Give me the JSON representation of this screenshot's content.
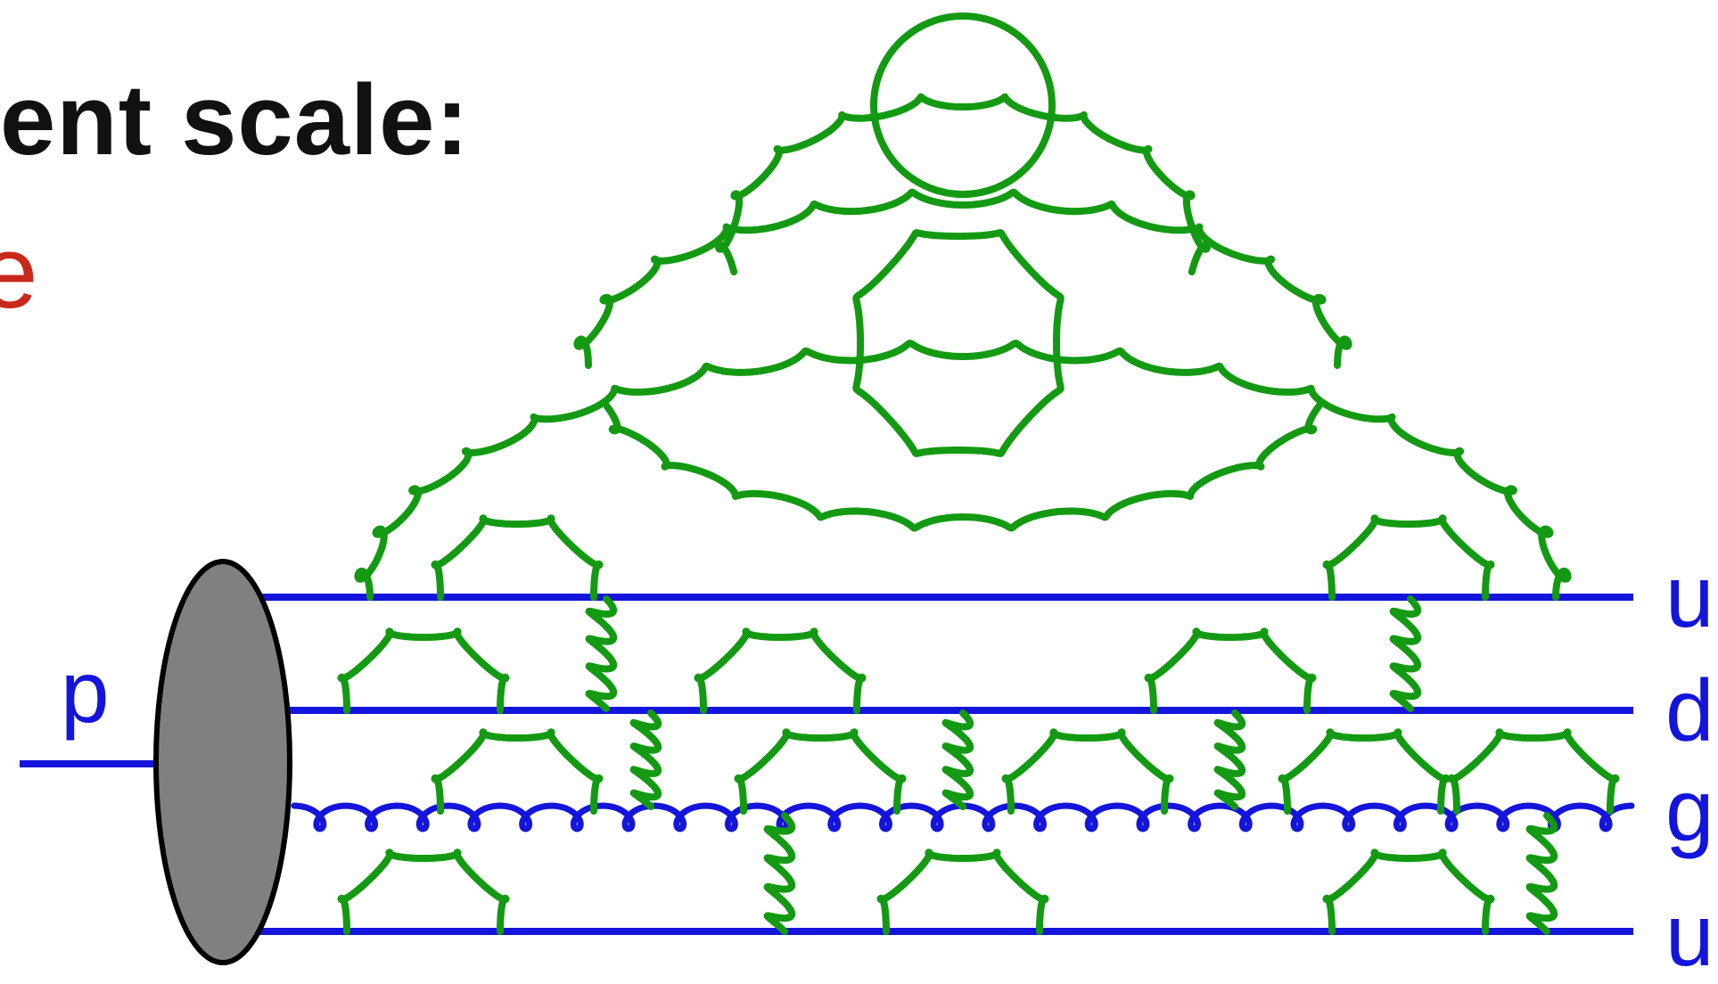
{
  "heading": {
    "text": "ent scale:"
  },
  "subword": {
    "text": "e"
  },
  "proton_label": "p",
  "parton_labels": [
    "u",
    "d",
    "g",
    "u"
  ],
  "colors": {
    "quark_line": "#1414dc",
    "gluon": "#139a12",
    "proton_blob": "#808080",
    "heading": "#111111",
    "subword": "#c8281c"
  }
}
